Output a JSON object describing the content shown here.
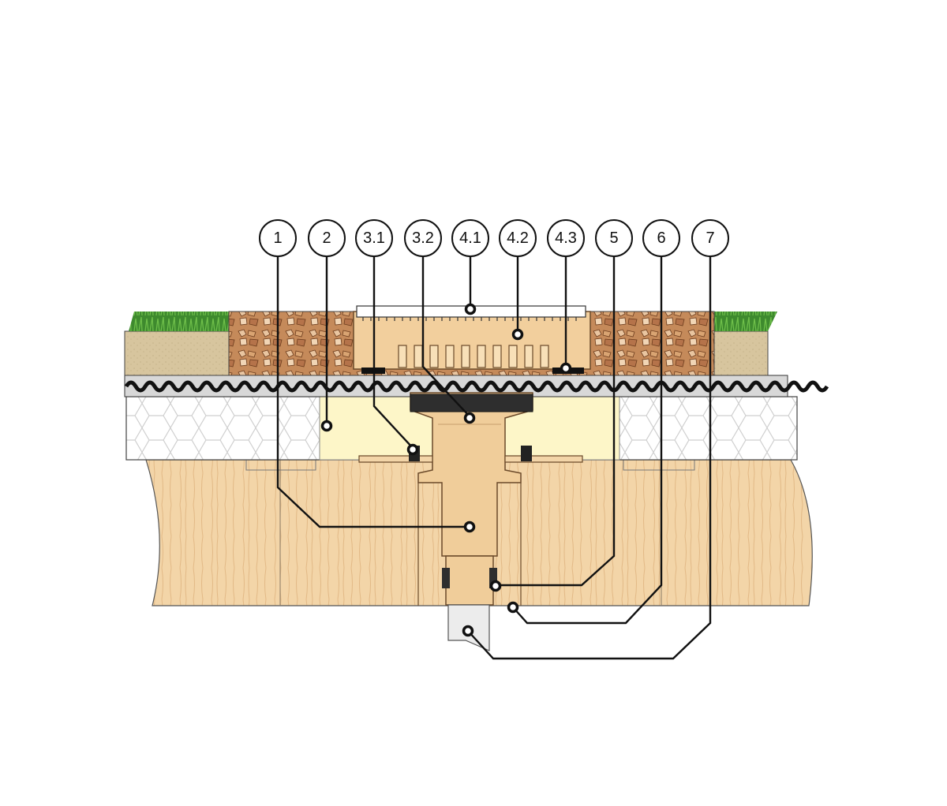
{
  "diagram": {
    "callouts": [
      {
        "label": "1"
      },
      {
        "label": "2"
      },
      {
        "label": "3.1"
      },
      {
        "label": "3.2"
      },
      {
        "label": "4.1"
      },
      {
        "label": "4.2"
      },
      {
        "label": "4.3"
      },
      {
        "label": "5"
      },
      {
        "label": "6"
      },
      {
        "label": "7"
      }
    ]
  }
}
